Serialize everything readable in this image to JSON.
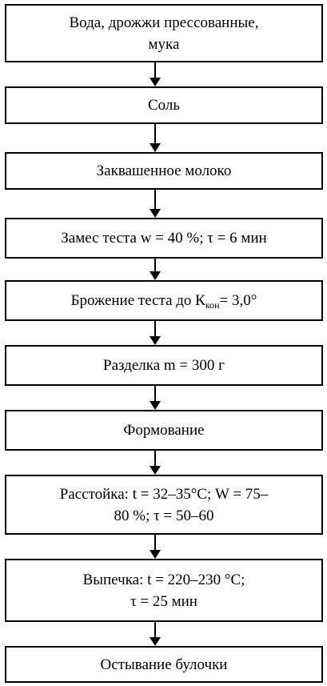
{
  "steps": [
    {
      "lines": [
        "Вода, дрожжи прессованные,",
        "мука"
      ]
    },
    {
      "lines": [
        "Соль"
      ]
    },
    {
      "lines": [
        "Заквашенное молоко"
      ]
    },
    {
      "lines": [
        "Замес теста w = 40 %; τ = 6 мин"
      ]
    },
    {
      "lines": [
        "Брожение теста до К"
      ],
      "sub": "кон",
      "after": "= 3,0°"
    },
    {
      "lines": [
        "Разделка m = 300 г"
      ]
    },
    {
      "lines": [
        "Формование"
      ]
    },
    {
      "lines": [
        "Расстойка: t = 32–35°С; W = 75–",
        "80 %; τ = 50–60"
      ]
    },
    {
      "lines": [
        "Выпечка: t = 220–230 °С;",
        "τ = 25 мин"
      ]
    },
    {
      "lines": [
        "Остывание булочки"
      ]
    }
  ]
}
